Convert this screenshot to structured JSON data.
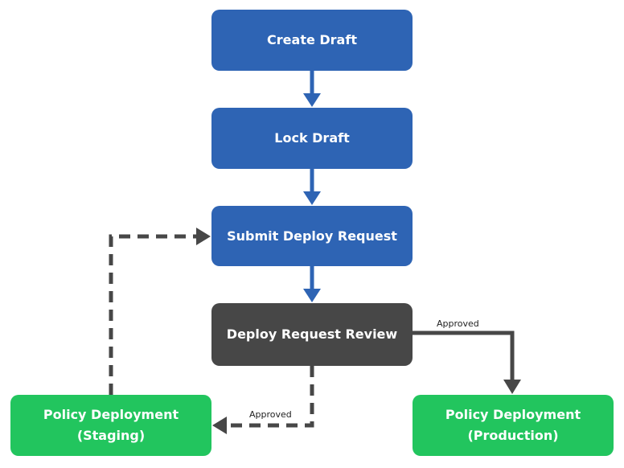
{
  "nodes": {
    "create_draft": "Create Draft",
    "lock_draft": "Lock Draft",
    "submit_request": "Submit Deploy Request",
    "review": "Deploy Request Review",
    "staging_line1": "Policy Deployment",
    "staging_line2": "(Staging)",
    "production_line1": "Policy Deployment",
    "production_line2": "(Production)"
  },
  "edges": {
    "approved_production": "Approved",
    "approved_staging": "Approved"
  },
  "colors": {
    "primary_step": "#2e64b4",
    "review_step": "#474747",
    "deployment_step": "#22c55e",
    "arrow_primary": "#2e64b4",
    "arrow_secondary": "#474747"
  }
}
